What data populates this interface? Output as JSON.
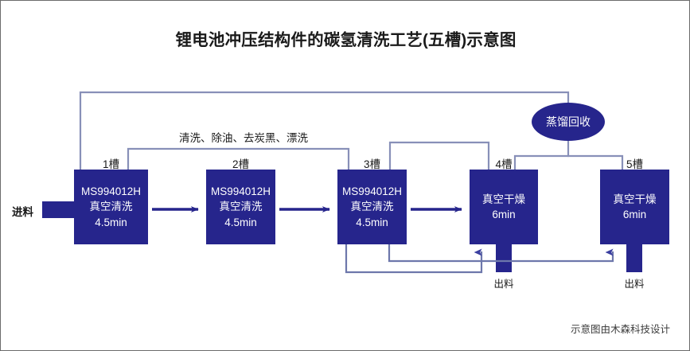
{
  "title": "锂电池冲压结构件的碳氢清洗工艺(五槽)示意图",
  "credit": "示意图由木森科技设计",
  "colors": {
    "box_fill": "#26258c",
    "thin_connector": "#8890b8",
    "arrow": "#26258c",
    "frame": "#6b6b6b",
    "text_dark": "#1a1a1a",
    "box_text": "#ffffff"
  },
  "io": {
    "feed_label": "进料",
    "discharge_label_4": "出料",
    "discharge_label_5": "出料"
  },
  "notes": {
    "cleaning_stages": "清洗、除油、去炭黑、漂洗"
  },
  "recycle": {
    "label": "蒸馏回收"
  },
  "stations": [
    {
      "tank_label": "1槽",
      "line1": "MS994012H",
      "line2": "真空清洗",
      "line3": "4.5min"
    },
    {
      "tank_label": "2槽",
      "line1": "MS994012H",
      "line2": "真空清洗",
      "line3": "4.5min"
    },
    {
      "tank_label": "3槽",
      "line1": "MS994012H",
      "line2": "真空清洗",
      "line3": "4.5min"
    },
    {
      "tank_label": "4槽",
      "line1": "真空干燥",
      "line2": "6min",
      "line3": ""
    },
    {
      "tank_label": "5槽",
      "line1": "真空干燥",
      "line2": "6min",
      "line3": ""
    }
  ]
}
